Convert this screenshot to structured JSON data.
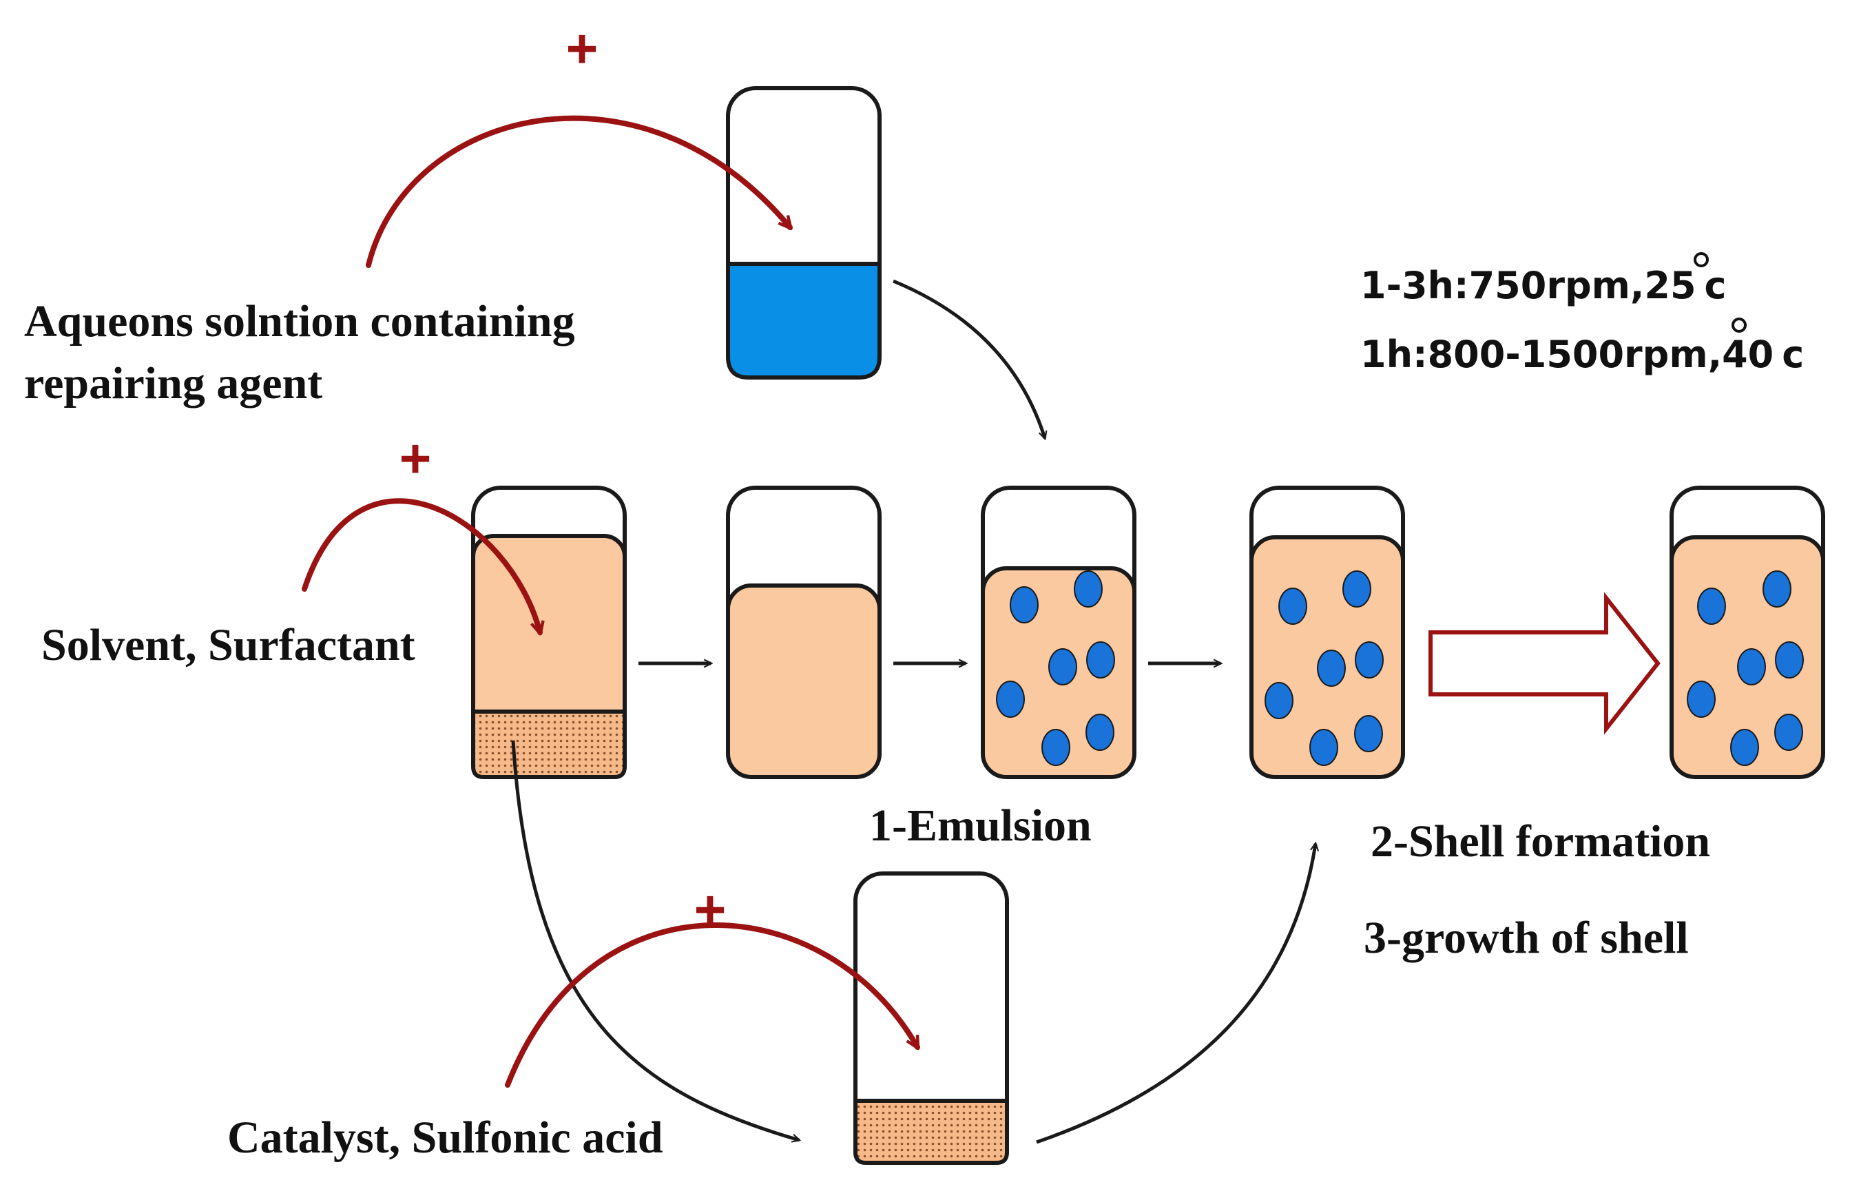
{
  "labels": {
    "aqueous_line1": "Aqueons solntion containing",
    "aqueous_line2": "repairing agent",
    "solvent": "Solvent, Surfactant",
    "catalyst": "Catalyst, Sulfonic acid",
    "emulsion": "1-Emulsion",
    "shell_formation": "2-Shell formation",
    "shell_growth": "3-growth of shell"
  },
  "conditions": [
    {
      "text": "1-3h:750rpm,25",
      "unit": "c"
    },
    {
      "text": "1h:800-1500rpm,40",
      "unit": "c"
    }
  ],
  "plus_sign": "+",
  "colors": {
    "aqueous_blue": "#0a8fe6",
    "organic_peach": "#fbc9a0",
    "droplet_blue": "#1a73d8",
    "catalyst_dots": "#c08050",
    "red_arrow": "#9b1212",
    "black_arrow": "#1a1a1a"
  }
}
